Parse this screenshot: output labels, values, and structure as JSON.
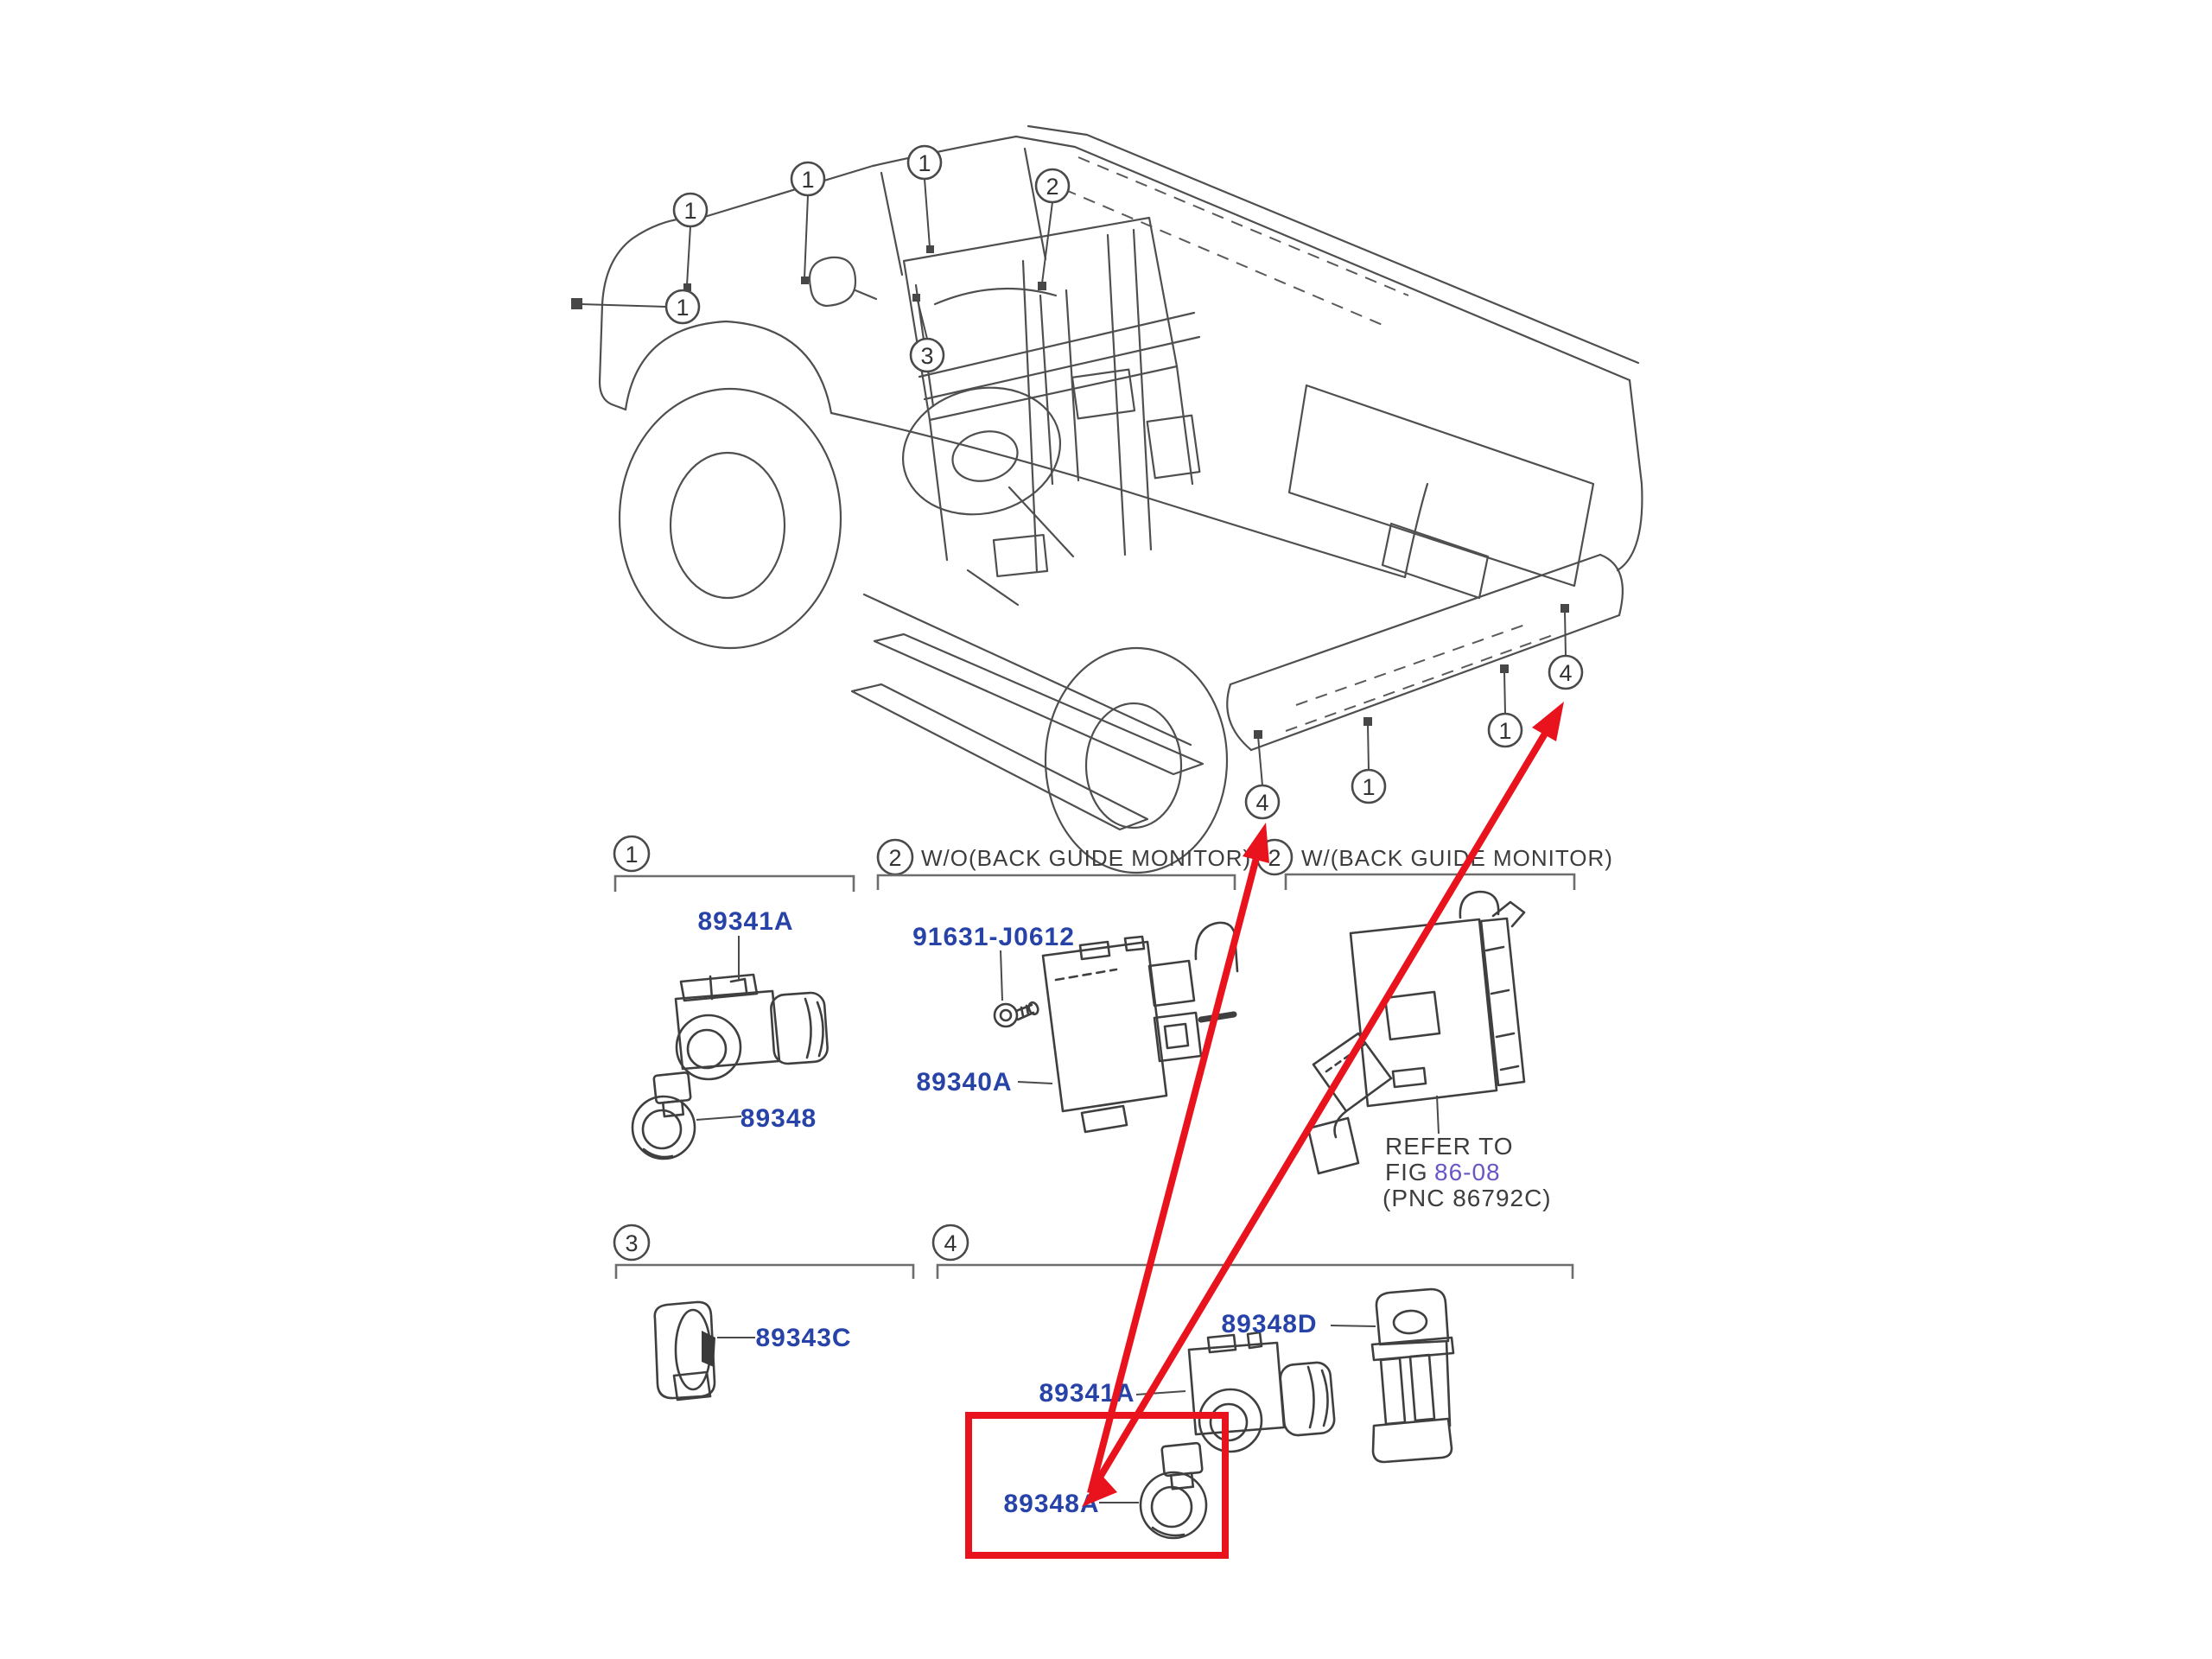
{
  "figure": {
    "kind": "toyota-parts-diagram",
    "description": "Electrical sensor / back guide monitor parts location diagram with SUV line art and part detail sections"
  },
  "colors": {
    "part_number_blue": "#2843a8",
    "figure_link_purple": "#6a55c8",
    "highlight_red": "#e8131d",
    "sketch_line_gray": "#4f4f4f",
    "text_dark": "#3d3d3d"
  },
  "vehicle_callouts": [
    "1",
    "1",
    "1",
    "2",
    "1",
    "3",
    "4",
    "1",
    "1",
    "4"
  ],
  "sections": [
    {
      "num": "1",
      "title": ""
    },
    {
      "num": "2",
      "title": "W/O(BACK GUIDE MONITOR)"
    },
    {
      "num": "2",
      "title": "W/(BACK GUIDE MONITOR)"
    },
    {
      "num": "3",
      "title": ""
    },
    {
      "num": "4",
      "title": ""
    }
  ],
  "part_labels": [
    {
      "id": "s1-sensor",
      "number": "89341A"
    },
    {
      "id": "s1-retainer",
      "number": "89348"
    },
    {
      "id": "s2-bolt",
      "number": "91631-J0612"
    },
    {
      "id": "s2-ecu",
      "number": "89340A"
    },
    {
      "id": "s3-sensor",
      "number": "89343C"
    },
    {
      "id": "s4-bracket",
      "number": "89348D"
    },
    {
      "id": "s4-sensor",
      "number": "89341A"
    },
    {
      "id": "s4-retainer",
      "number": "89348A"
    }
  ],
  "reference_note": {
    "line1": "REFER TO",
    "line2_prefix": "FIG ",
    "line2_fig": "86-08",
    "line3": "(PNC 86792C)"
  },
  "highlight": {
    "highlighted_part": "89348A"
  }
}
